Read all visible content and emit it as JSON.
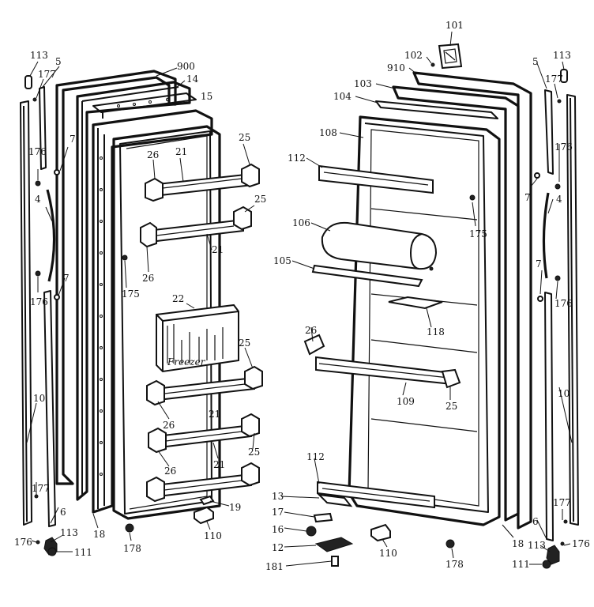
{
  "labels": {
    "l113a": "113",
    "l5a": "5",
    "l177a": "177",
    "l900": "900",
    "l14": "14",
    "l15": "15",
    "l7a": "7",
    "l176a": "176",
    "l4a": "4",
    "l26a": "26",
    "l21a": "21",
    "l25a": "25",
    "l25b": "25",
    "l21b": "21",
    "l26b": "26",
    "l175a": "175",
    "l176b": "176",
    "l7b": "7",
    "l22": "22",
    "l25c": "25",
    "l10a": "10",
    "l26c": "26",
    "l21c": "21",
    "l26d": "26",
    "l21d": "21",
    "l25d": "25",
    "l177b": "177",
    "l6a": "6",
    "l19": "19",
    "l18a": "18",
    "l110a": "110",
    "l176c": "176",
    "l113b": "113",
    "l111a": "111",
    "l178a": "178",
    "l101": "101",
    "l102": "102",
    "l910": "910",
    "l103": "103",
    "l104": "104",
    "l5b": "5",
    "l113c": "113",
    "l177c": "177",
    "l108": "108",
    "l112a": "112",
    "l176d": "176",
    "l7c": "7",
    "l4b": "4",
    "l175b": "175",
    "l106": "106",
    "l105": "105",
    "l7d": "7",
    "l176e": "176",
    "l118": "118",
    "l26e": "26",
    "l109": "109",
    "l25e": "25",
    "l10b": "10",
    "l112b": "112",
    "l13": "13",
    "l17": "17",
    "l16": "16",
    "l12": "12",
    "l181": "181",
    "l110b": "110",
    "l178b": "178",
    "l18b": "18",
    "l177d": "177",
    "l6b": "6",
    "l113d": "113",
    "l176f": "176",
    "l111b": "111"
  },
  "door_label": "Freezer"
}
